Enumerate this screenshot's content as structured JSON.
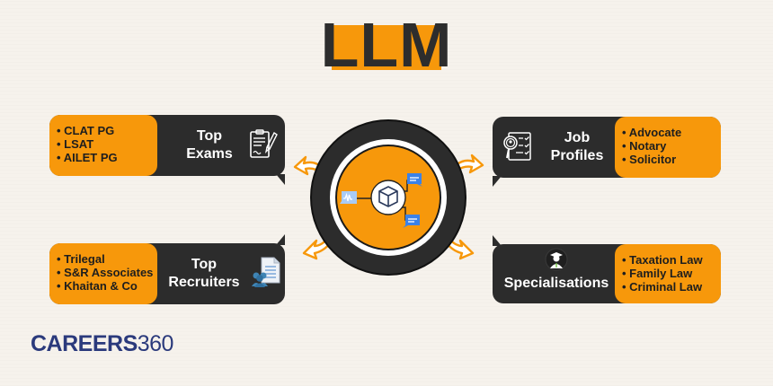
{
  "title": "LLM",
  "colors": {
    "accent": "#f7980b",
    "dark": "#2c2c2c",
    "background": "#f6f2ec",
    "logo": "#2b3a7c",
    "chat_bubble": "#3b82e8"
  },
  "cards": {
    "top_exams": {
      "label_line1": "Top",
      "label_line2": "Exams",
      "icon": "document-pen-icon",
      "items": [
        "CLAT PG",
        "LSAT",
        "AILET PG"
      ]
    },
    "top_recruiters": {
      "label_line1": "Top",
      "label_line2": "Recruiters",
      "icon": "people-document-icon",
      "items": [
        "Trilegal",
        "S&R Associates",
        "Khaitan & Co"
      ]
    },
    "job_profiles": {
      "label_line1": "Job",
      "label_line2": "Profiles",
      "icon": "profile-checklist-icon",
      "items": [
        "Advocate",
        "Notary",
        "Solicitor"
      ]
    },
    "specialisations": {
      "label_line1": "Specialisations",
      "icon": "graduate-avatar-icon",
      "items": [
        "Taxation Law",
        "Family Law",
        "Criminal Law"
      ]
    }
  },
  "hub": {
    "icon": "cube-network-icon"
  },
  "logo": {
    "bold": "CAREERS",
    "light": "360"
  }
}
